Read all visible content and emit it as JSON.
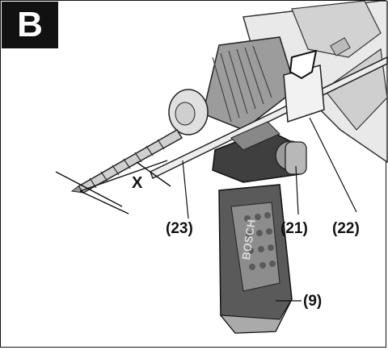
{
  "figure_letter": "B",
  "dimension_label": "X",
  "callouts": {
    "handle": "(9)",
    "depth_stop_screw": "(21)",
    "depth_stop_clamp": "(22)",
    "depth_stop_rod": "(23)"
  },
  "brand_mark": "BOSCH",
  "colors": {
    "ink": "#111111",
    "handle_dark": "#5a5a5a",
    "handle_light": "#9a9a9a",
    "body_light": "#e6e6e6"
  }
}
